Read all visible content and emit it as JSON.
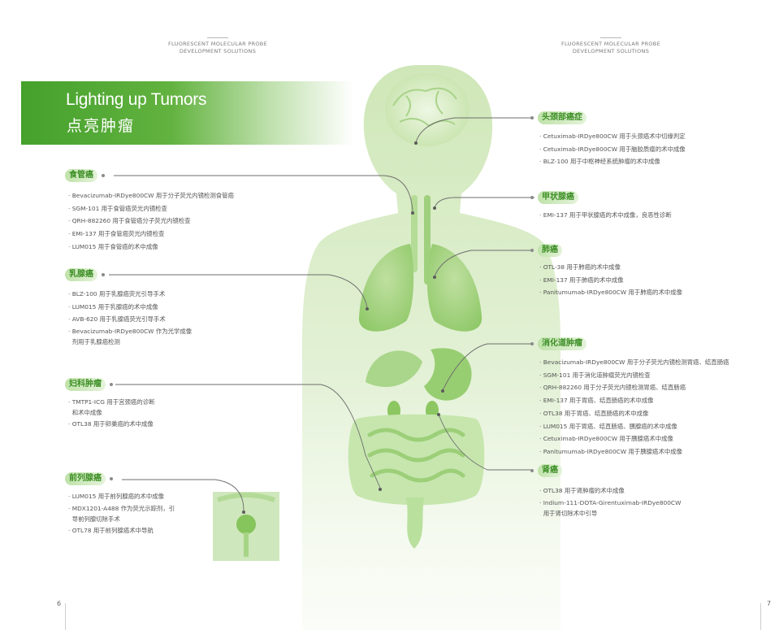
{
  "running_header": {
    "left": [
      "FLUORESCENT MOLECULAR PROBE",
      "DEVELOPMENT SOLUTIONS"
    ],
    "right": [
      "FLUORESCENT MOLECULAR PROBE",
      "DEVELOPMENT SOLUTIONS"
    ]
  },
  "title": {
    "en": "Lighting up Tumors",
    "zh": "点亮肿瘤"
  },
  "colors": {
    "accent": "#4fa832",
    "tag_text": "#3d8f26",
    "body_light": "#d9edc7"
  },
  "left_sections": [
    {
      "tag": "食管癌",
      "items": [
        "· Bevacizumab-IRDye800CW 用于分子荧光内镜检测食管癌",
        "· SGM-101 用于食管癌荧光内镜检查",
        "· QRH-882260 用于食管癌分子荧光内镜检查",
        "· EMI-137 用于食管癌荧光内镜检查",
        "· LUM015 用于食管癌的术中成像"
      ]
    },
    {
      "tag": "乳腺癌",
      "items": [
        "· BLZ-100 用于乳腺癌荧光引导手术",
        "· LUM015 用于乳腺癌的术中成像",
        "· AVB-620 用于乳腺癌荧光引导手术",
        "· Bevacizumab-IRDye800CW 作为光学成像",
        "  剂用于乳腺癌检测"
      ]
    },
    {
      "tag": "妇科肿瘤",
      "items": [
        "· TMTP1-ICG 用于宫颈癌的诊断",
        "  和术中成像",
        "· OTL38 用于卵巢癌的术中成像"
      ]
    },
    {
      "tag": "前列腺癌",
      "items": [
        "· LUM015 用于前列腺癌的术中成像",
        "· MDX1201-A488 作为荧光示踪剂，引",
        "  导前列腺切除手术",
        "· OTL78 用于前列腺癌术中导航"
      ]
    }
  ],
  "right_sections": [
    {
      "tag": "头颈部癌症",
      "items": [
        "· Cetuximab-IRDye800CW 用于头颈癌术中切缘判定",
        "· Cetuximab-IRDye800CW 用于脑胶质瘤的术中成像",
        "· BLZ-100 用于中枢神经系统肿瘤的术中成像"
      ]
    },
    {
      "tag": "甲状腺癌",
      "items": [
        "· EMI-137 用于甲状腺癌的术中成像，良恶性诊断"
      ]
    },
    {
      "tag": "肺癌",
      "items": [
        "· OTL-38 用于肺癌的术中成像",
        "· EMI-137 用于肺癌的术中成像",
        "· Panitumumab-IRDye800CW 用于肺癌的术中成像"
      ]
    },
    {
      "tag": "消化道肿瘤",
      "items": [
        "· Bevacizumab-IRDye800CW 用于分子荧光内镜检测胃癌、结直肠癌",
        "· SGM-101 用于消化道肿瘤荧光内镜检查",
        "· QRH-882260 用于分子荧光内镜检测胃癌、结直肠癌",
        "· EMI-137 用于胃癌、结直肠癌的术中成像",
        "· OTL38 用于胃癌、结直肠癌的术中成像",
        "· LUM015 用于胃癌、结直肠癌、胰腺癌的术中成像",
        "· Cetuximab-IRDye800CW 用于胰腺癌术中成像",
        "· Panitumumab-IRDye800CW 用于胰腺癌术中成像"
      ]
    },
    {
      "tag": "肾癌",
      "items": [
        "· OTL38 用于肾肿瘤的术中成像",
        "· Indium-111-DOTA-Girentuximab-IRDye800CW",
        "  用于肾切除术中引导"
      ]
    }
  ],
  "page_numbers": {
    "left": "6",
    "right": "7"
  }
}
